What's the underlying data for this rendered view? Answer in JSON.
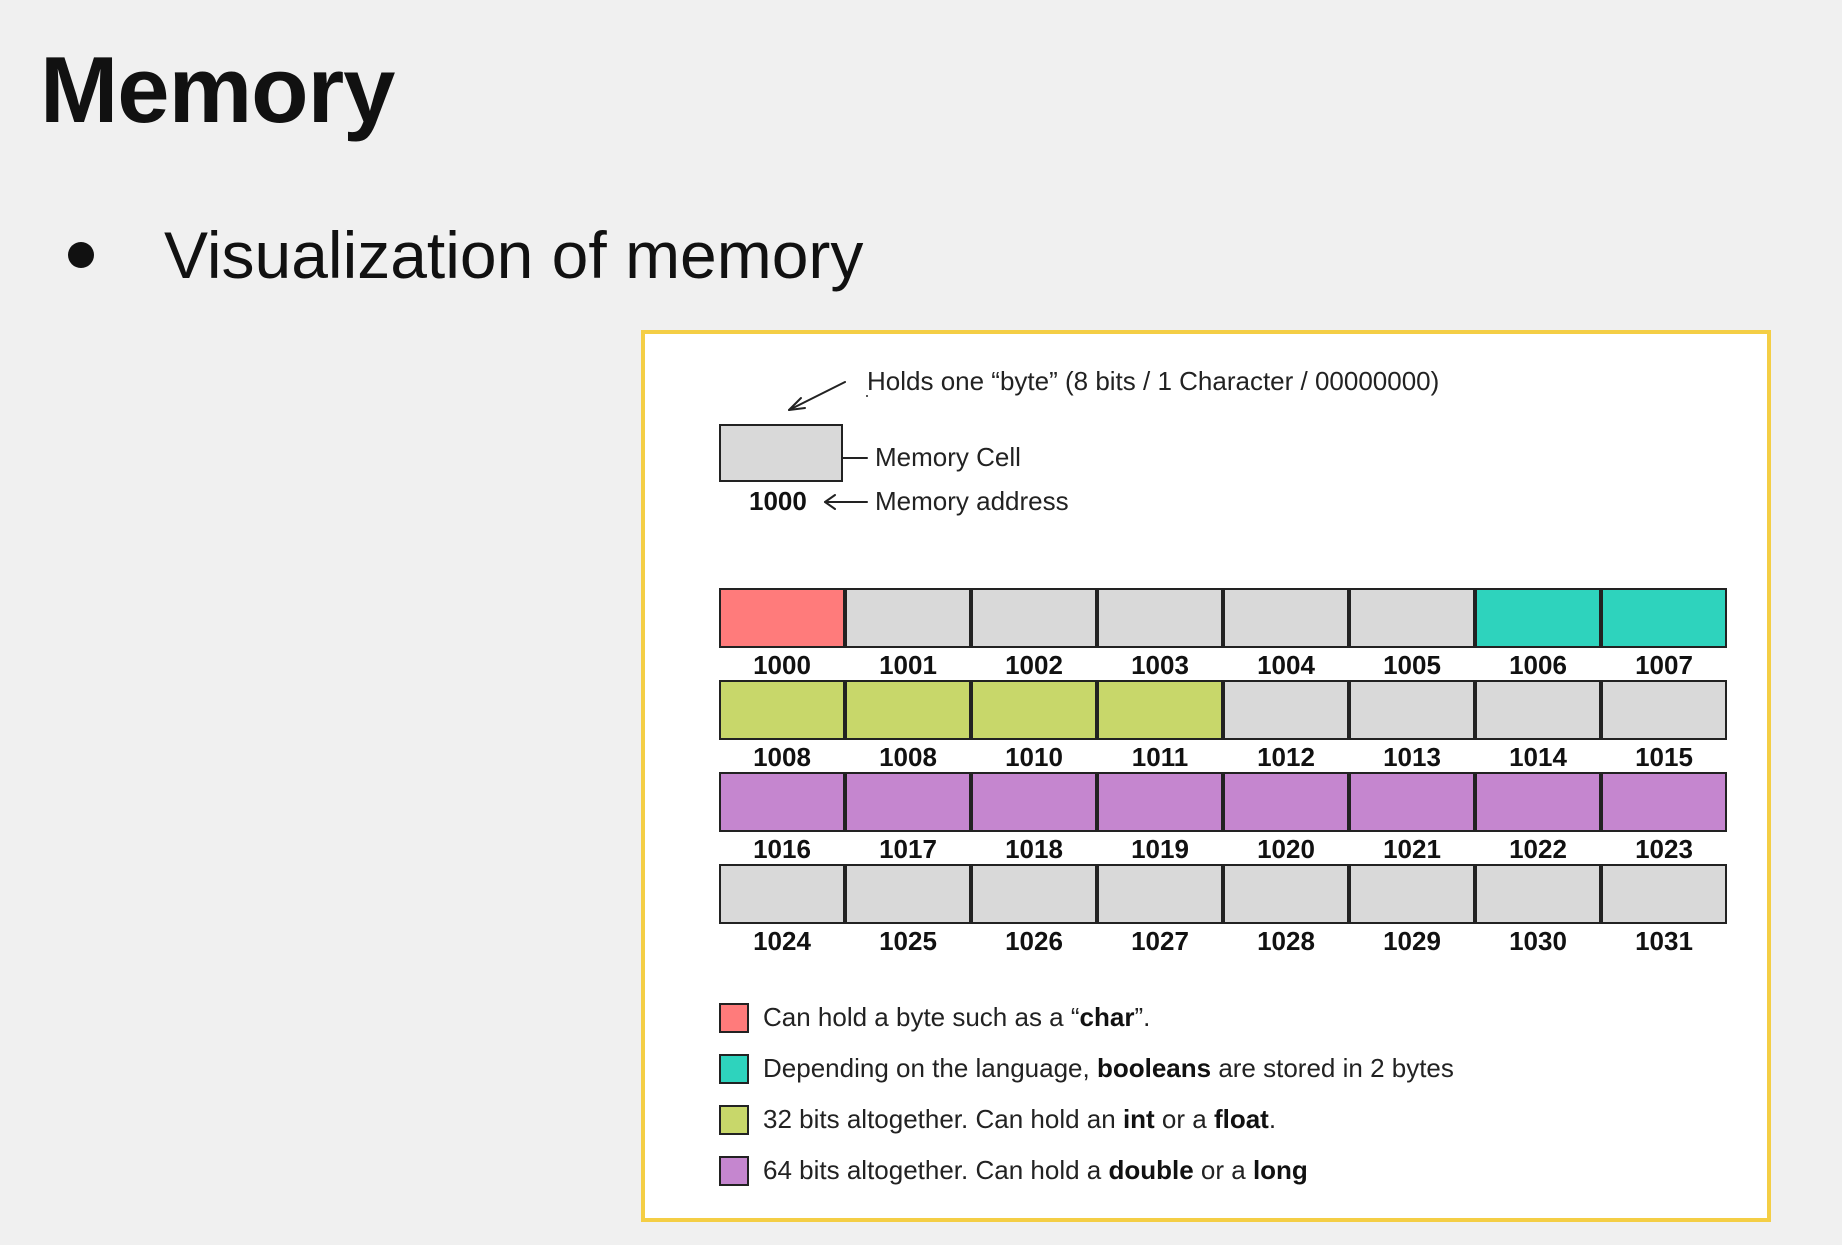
{
  "slide": {
    "title": "Memory",
    "bullet": "Visualization of memory"
  },
  "diagram": {
    "byte_note": "Holds one “byte” (8 bits / 1 Character / 00000000)",
    "cell_label": "Memory Cell",
    "example_address": "1000",
    "address_label": "Memory address",
    "colors": {
      "char": "#ff7b7b",
      "boolean": "#2ed3bd",
      "int": "#c8d76a",
      "double": "#c586cf",
      "empty": "#d9d9d9"
    },
    "rows": [
      {
        "cells": [
          {
            "address": "1000",
            "kind": "char"
          },
          {
            "address": "1001",
            "kind": "empty"
          },
          {
            "address": "1002",
            "kind": "empty"
          },
          {
            "address": "1003",
            "kind": "empty"
          },
          {
            "address": "1004",
            "kind": "empty"
          },
          {
            "address": "1005",
            "kind": "empty"
          },
          {
            "address": "1006",
            "kind": "boolean"
          },
          {
            "address": "1007",
            "kind": "boolean"
          }
        ]
      },
      {
        "cells": [
          {
            "address": "1008",
            "kind": "int"
          },
          {
            "address": "1008",
            "kind": "int"
          },
          {
            "address": "1010",
            "kind": "int"
          },
          {
            "address": "1011",
            "kind": "int"
          },
          {
            "address": "1012",
            "kind": "empty"
          },
          {
            "address": "1013",
            "kind": "empty"
          },
          {
            "address": "1014",
            "kind": "empty"
          },
          {
            "address": "1015",
            "kind": "empty"
          }
        ]
      },
      {
        "cells": [
          {
            "address": "1016",
            "kind": "double"
          },
          {
            "address": "1017",
            "kind": "double"
          },
          {
            "address": "1018",
            "kind": "double"
          },
          {
            "address": "1019",
            "kind": "double"
          },
          {
            "address": "1020",
            "kind": "double"
          },
          {
            "address": "1021",
            "kind": "double"
          },
          {
            "address": "1022",
            "kind": "double"
          },
          {
            "address": "1023",
            "kind": "double"
          }
        ]
      },
      {
        "cells": [
          {
            "address": "1024",
            "kind": "empty"
          },
          {
            "address": "1025",
            "kind": "empty"
          },
          {
            "address": "1026",
            "kind": "empty"
          },
          {
            "address": "1027",
            "kind": "empty"
          },
          {
            "address": "1028",
            "kind": "empty"
          },
          {
            "address": "1029",
            "kind": "empty"
          },
          {
            "address": "1030",
            "kind": "empty"
          },
          {
            "address": "1031",
            "kind": "empty"
          }
        ]
      }
    ],
    "legend": [
      {
        "kind": "char",
        "parts": [
          {
            "text": "Can hold a byte such as a “",
            "bold": false
          },
          {
            "text": "char",
            "bold": true
          },
          {
            "text": "”.",
            "bold": false
          }
        ]
      },
      {
        "kind": "boolean",
        "parts": [
          {
            "text": "Depending on the language, ",
            "bold": false
          },
          {
            "text": "booleans",
            "bold": true
          },
          {
            "text": " are stored in 2 bytes",
            "bold": false
          }
        ]
      },
      {
        "kind": "int",
        "parts": [
          {
            "text": "32 bits altogether. Can hold an ",
            "bold": false
          },
          {
            "text": "int",
            "bold": true
          },
          {
            "text": " or a ",
            "bold": false
          },
          {
            "text": "float",
            "bold": true
          },
          {
            "text": ".",
            "bold": false
          }
        ]
      },
      {
        "kind": "double",
        "parts": [
          {
            "text": "64 bits altogether. Can hold a ",
            "bold": false
          },
          {
            "text": "double",
            "bold": true
          },
          {
            "text": " or a ",
            "bold": false
          },
          {
            "text": "long",
            "bold": true
          }
        ]
      }
    ]
  }
}
